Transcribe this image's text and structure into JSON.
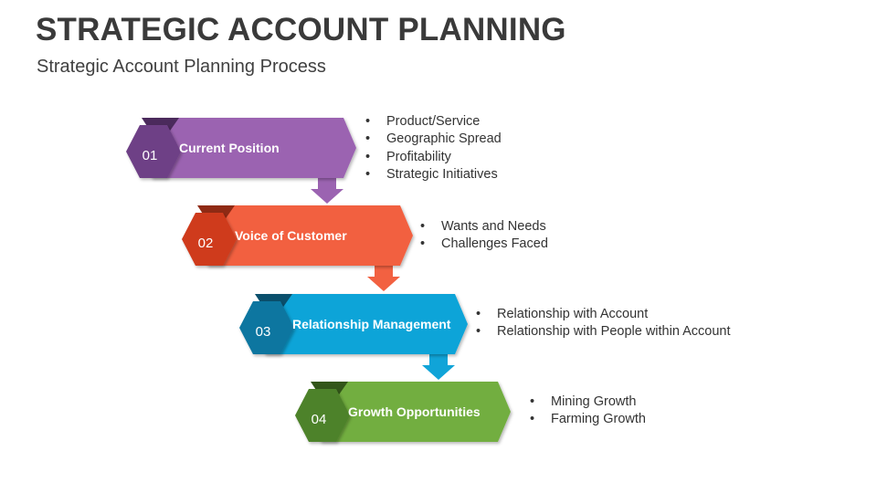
{
  "header": {
    "title": "STRATEGIC ACCOUNT PLANNING",
    "subtitle": "Strategic Account Planning Process"
  },
  "steps": [
    {
      "number": "01",
      "label": "Current Position",
      "color": "#9b63b1",
      "dark": "#6e3f86",
      "darker": "#4b2a5c",
      "bullets": [
        "Product/Service",
        "Geographic Spread",
        "Profitability",
        "Strategic Initiatives"
      ]
    },
    {
      "number": "02",
      "label": "Voice of Customer",
      "color": "#f26141",
      "dark": "#cf3b1c",
      "darker": "#8f2a14",
      "bullets": [
        "Wants and Needs",
        "Challenges Faced"
      ]
    },
    {
      "number": "03",
      "label": "Relationship Management",
      "color": "#10a4d8",
      "dark": "#0a76a0",
      "darker": "#0a4f6c",
      "bullets": [
        "Relationship with Account",
        "Relationship with People within Account"
      ]
    },
    {
      "number": "04",
      "label": "Growth Opportunities",
      "color": "#72ae3f",
      "dark": "#4e8229",
      "darker": "#33561a",
      "bullets": [
        "Mining Growth",
        "Farming Growth"
      ]
    }
  ]
}
